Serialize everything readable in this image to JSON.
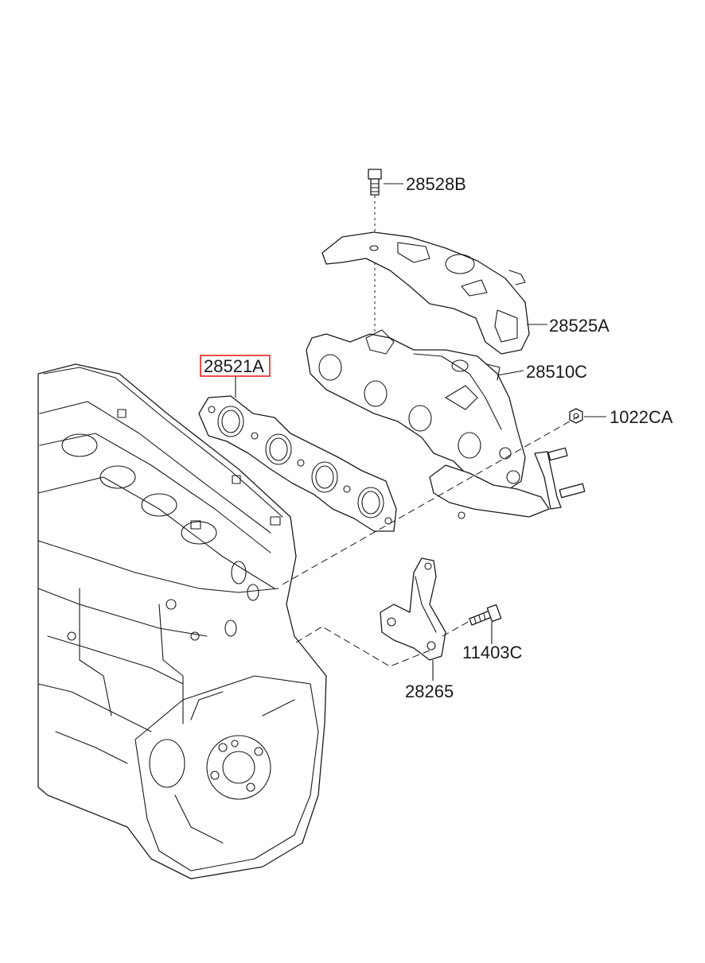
{
  "parts": [
    {
      "id": "28528B",
      "label": "28528B",
      "highlighted": false
    },
    {
      "id": "28525A",
      "label": "28525A",
      "highlighted": false
    },
    {
      "id": "28510C",
      "label": "28510C",
      "highlighted": false
    },
    {
      "id": "28521A",
      "label": "28521A",
      "highlighted": true
    },
    {
      "id": "1022CA",
      "label": "1022CA",
      "highlighted": false
    },
    {
      "id": "11403C",
      "label": "11403C",
      "highlighted": false
    },
    {
      "id": "28265",
      "label": "28265",
      "highlighted": false
    }
  ],
  "colors": {
    "line": "#1a1a1a",
    "highlight": "#e8231d",
    "background": "#ffffff"
  }
}
